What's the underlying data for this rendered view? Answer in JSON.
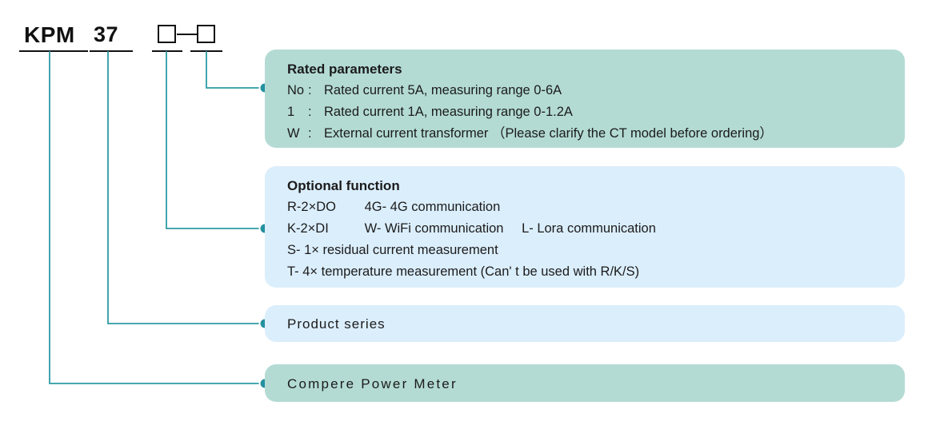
{
  "model_code": {
    "segments": [
      {
        "text": "KPM",
        "kind": "text"
      },
      {
        "text": "37",
        "kind": "text"
      }
    ],
    "square_placeholders": 2,
    "separator": "-"
  },
  "callouts": [
    {
      "id": "rated",
      "title": "Rated parameters",
      "color": "#b3dbd4",
      "rows": [
        {
          "code": "No",
          "colon": ":",
          "desc": "Rated current 5A, measuring range 0-6A"
        },
        {
          "code": "1",
          "colon": ":",
          "desc": "Rated current 1A, measuring range 0-1.2A"
        },
        {
          "code": "W",
          "colon": ":",
          "desc": "External current transformer （Please clarify the CT model before ordering）"
        }
      ]
    },
    {
      "id": "optional",
      "title": "Optional function",
      "color": "#dbeefc",
      "rows": [
        {
          "col_a": "R-2×DO",
          "col_b": "4G- 4G communication",
          "col_c": ""
        },
        {
          "col_a": "K-2×DI",
          "col_b": "W- WiFi communication",
          "col_c": "L- Lora communication"
        },
        {
          "col_a": "S- 1× residual current measurement",
          "col_b": "",
          "col_c": ""
        },
        {
          "col_a": "T- 4× temperature measurement (Can' t be used with R/K/S)",
          "col_b": "",
          "col_c": ""
        }
      ]
    },
    {
      "id": "series",
      "title": "Product series",
      "color": "#dbeefc",
      "rows": []
    },
    {
      "id": "meter",
      "title": "Compere  Power  Meter",
      "color": "#b3dbd4",
      "rows": []
    }
  ],
  "theme": {
    "leader_color": "#2e9ba4",
    "dot_color": "#2490a0",
    "dot_ring": "#ffffff",
    "rule_color": "#111111",
    "green_box": "#b3dbd4",
    "blue_box": "#dbeefc",
    "shadow": "#e2e2e2",
    "text_color": "#1b1b1b"
  }
}
